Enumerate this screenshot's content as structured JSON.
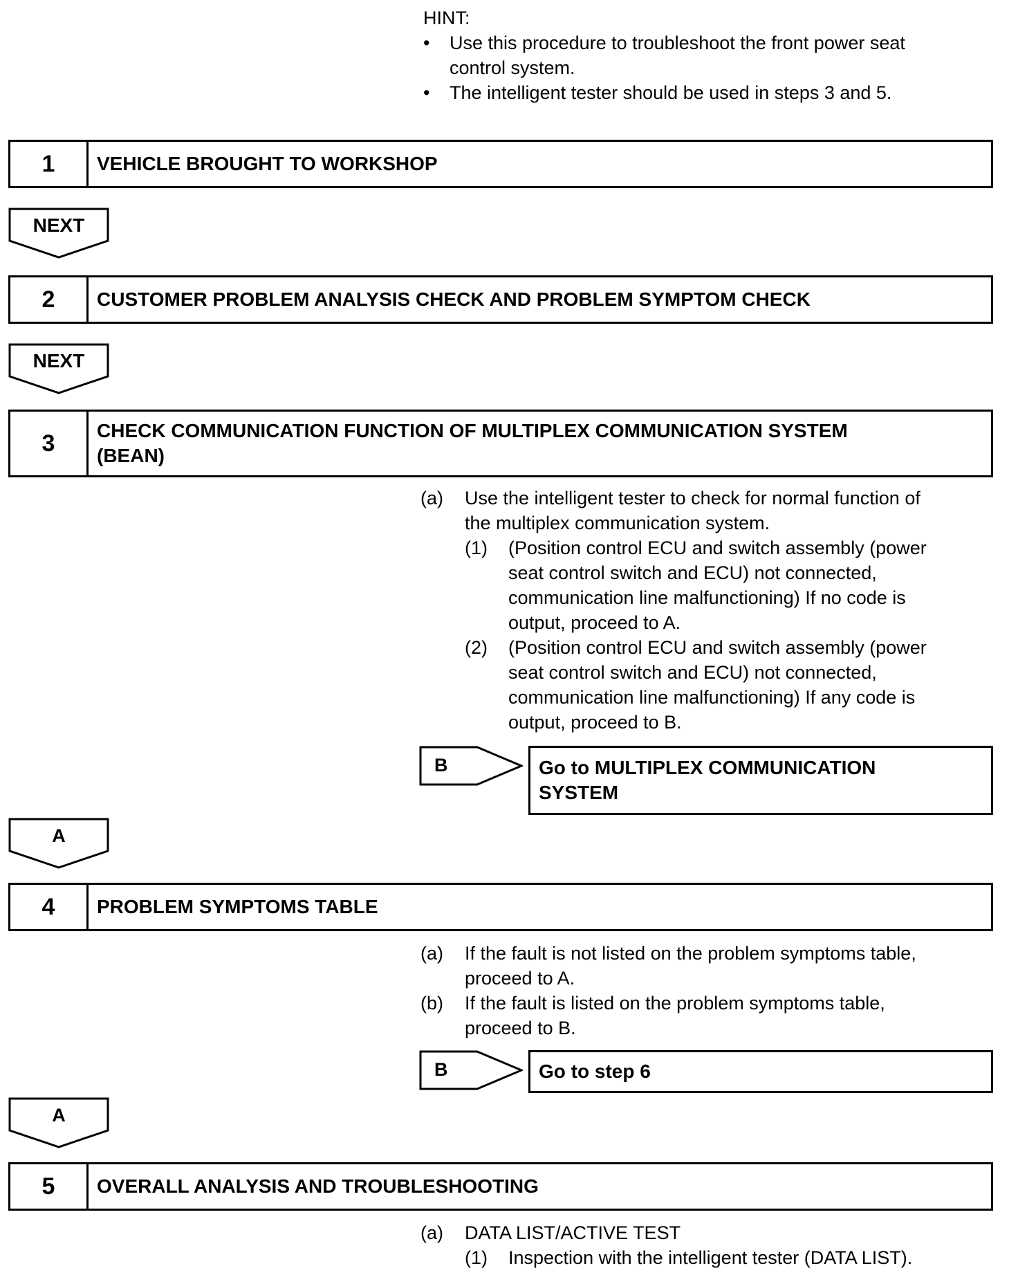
{
  "hint": {
    "label": "HINT:",
    "bullets": [
      {
        "line1": "Use this procedure to troubleshoot the front power seat",
        "line2": "control system."
      },
      {
        "line1": "The intelligent tester should be used in steps 3 and 5."
      }
    ],
    "bullet_glyph": "•"
  },
  "steps": [
    {
      "num": "1",
      "title": "VEHICLE BROUGHT TO WORKSHOP"
    },
    {
      "num": "2",
      "title": "CUSTOMER PROBLEM ANALYSIS CHECK AND PROBLEM SYMPTOM CHECK"
    },
    {
      "num": "3",
      "title_line1": "CHECK COMMUNICATION FUNCTION OF MULTIPLEX COMMUNICATION SYSTEM",
      "title_line2": "(BEAN)"
    },
    {
      "num": "4",
      "title": "PROBLEM SYMPTOMS TABLE"
    },
    {
      "num": "5",
      "title": "OVERALL ANALYSIS AND TROUBLESHOOTING"
    }
  ],
  "next_label": "NEXT",
  "step3": {
    "a_label": "(a)",
    "a_lines": [
      "Use the intelligent tester to check for normal function of",
      "the multiplex communication system."
    ],
    "sub1_label": "(1)",
    "sub1_lines": [
      "(Position control ECU and switch assembly (power",
      "seat control switch and ECU) not connected,",
      "communication line malfunctioning) If no code is",
      "output, proceed to A."
    ],
    "sub2_label": "(2)",
    "sub2_lines": [
      "(Position control ECU and switch assembly (power",
      "seat control switch and ECU) not connected,",
      "communication line malfunctioning) If any code is",
      "output, proceed to B."
    ],
    "branch_label": "B",
    "goto_lines": [
      "Go to MULTIPLEX COMMUNICATION",
      "SYSTEM"
    ],
    "result_label": "A"
  },
  "step4": {
    "a_label": "(a)",
    "a_lines": [
      "If the fault is not listed on the problem symptoms table,",
      "proceed to A."
    ],
    "b_label": "(b)",
    "b_lines": [
      "If the fault is listed on the problem symptoms table,",
      "proceed to B."
    ],
    "branch_label": "B",
    "goto": "Go to step 6",
    "result_label": "A"
  },
  "step5": {
    "a_label": "(a)",
    "a_text": "DATA LIST/ACTIVE TEST",
    "sub1_label": "(1)",
    "sub1_text": "Inspection with the intelligent tester (DATA LIST)."
  }
}
